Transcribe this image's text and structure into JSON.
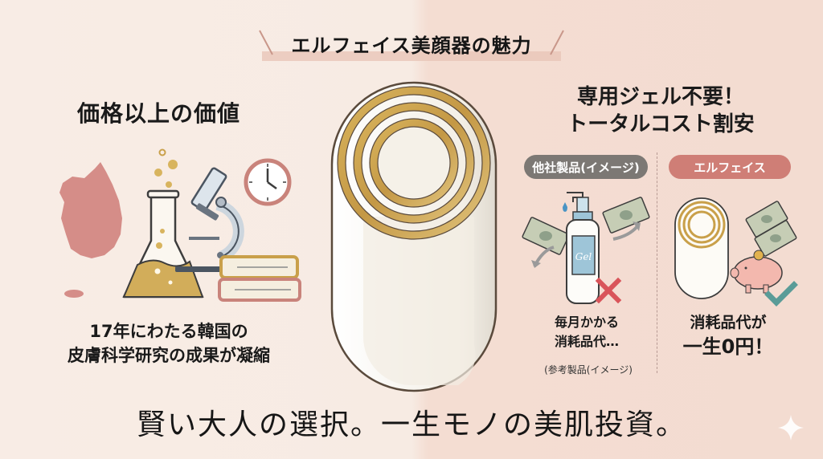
{
  "header": {
    "title": "エルフェイス美顔器の魅力"
  },
  "left_section": {
    "title": "価格以上の価値",
    "caption_line1": "17年にわたる韓国の",
    "caption_line2": "皮膚科学研究の成果が凝縮",
    "illustrations": [
      "korea-map-icon",
      "flask-icon",
      "microscope-icon",
      "clock-icon",
      "books-icon"
    ]
  },
  "center": {
    "illustration": "beauty-device-icon"
  },
  "right_section": {
    "title_line1": "専用ジェル不要！",
    "title_line2": "トータルコスト割安",
    "comparison": {
      "other": {
        "label": "他社製品(イメージ)",
        "gel_label": "Gel",
        "caption_line1": "毎月かかる",
        "caption_line2": "消耗品代…",
        "note": "(参考製品(イメージ)",
        "status_icon": "cross-icon"
      },
      "elface": {
        "label": "エルフェイス",
        "caption_line1": "消耗品代が",
        "caption_line2": "一生0円！",
        "status_icon": "check-icon"
      }
    }
  },
  "footer": {
    "tagline": "賢い大人の選択。一生モノの美肌投資。"
  },
  "colors": {
    "gold": "#c9a04a",
    "rose": "#cf7e76",
    "gray_pill": "#7c7874",
    "teal_check": "#5a9c98",
    "red_cross": "#d9545a",
    "background_left": "#f8ece5",
    "background_right": "#f3dcd1"
  }
}
